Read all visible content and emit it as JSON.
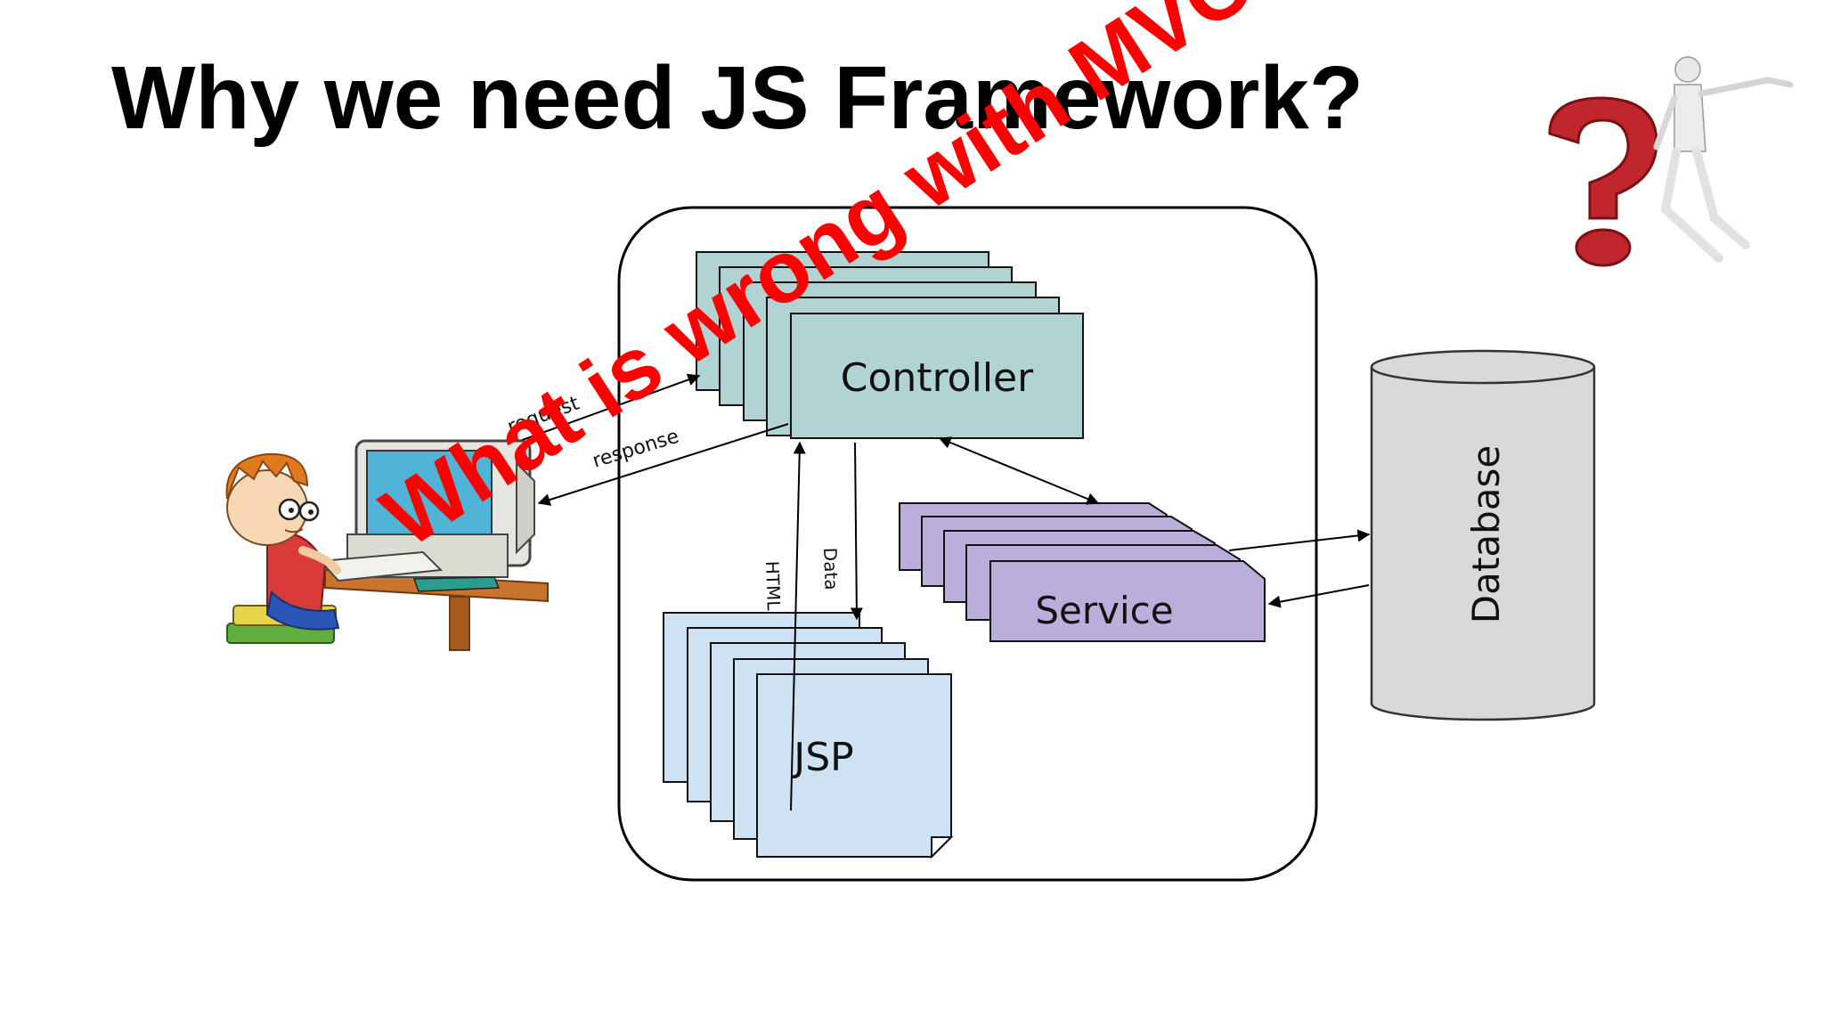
{
  "slide": {
    "title": "Why we need JS Framework?",
    "overlay_text": "What is wrong with MVC"
  },
  "diagram": {
    "controller_label": "Controller",
    "service_label": "Service",
    "jsp_label": "JSP",
    "database_label": "Database",
    "request_label": "request",
    "response_label": "response",
    "html_label": "HTML",
    "data_label": "Data"
  },
  "icons": {
    "user": "person-at-computer-icon",
    "question": "question-mark-figure-icon"
  },
  "colors": {
    "controller_fill": "#b2d3d3",
    "service_fill": "#bbaedb",
    "jsp_fill": "#cfe2f3",
    "database_fill": "#d9d9d9",
    "overlay_text": "#ff0000"
  }
}
